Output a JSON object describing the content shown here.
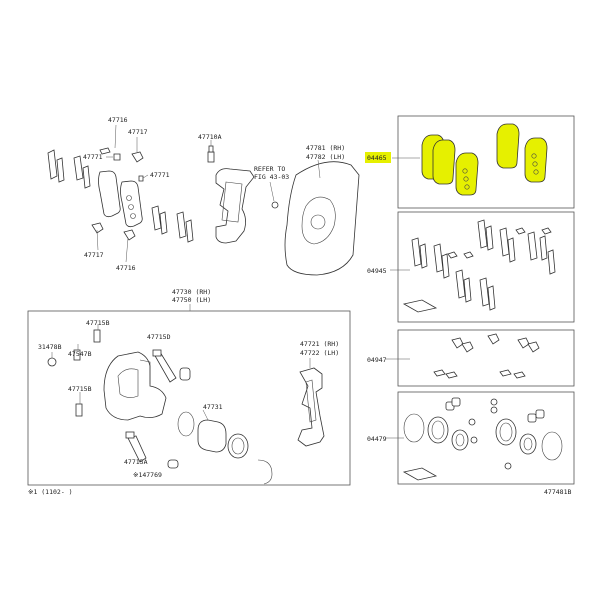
{
  "diagram": {
    "highlight_color": "#e6f000",
    "labels": {
      "p47716_top": "47716",
      "p47717": "47717",
      "p47771_left": "47771",
      "p47771_mid": "47771",
      "p47717_bot": "47717",
      "p47716_bot": "47716",
      "p47710A": "47710A",
      "refer_line1": "REFER TO",
      "refer_line2": "FIG 43-03",
      "p47781": "47781 (RH)",
      "p47782": "47782 (LH)",
      "p04465": "04465",
      "p04945": "04945",
      "p04947": "04947",
      "p04479": "04479",
      "p47730": "47730 (RH)",
      "p47750": "47750 (LH)",
      "p47715B_top": "47715B",
      "p31478B": "31478B",
      "p47547B": "47547B",
      "p47715B_mid": "47715B",
      "p47715D": "47715D",
      "p47731": "47731",
      "p47721": "47721 (RH)",
      "p47722": "47722 (LH)",
      "p47715A": "47715A",
      "p47769": "※147769",
      "footnote": "※1 (1102-   )",
      "figure_id": "477481B"
    }
  }
}
